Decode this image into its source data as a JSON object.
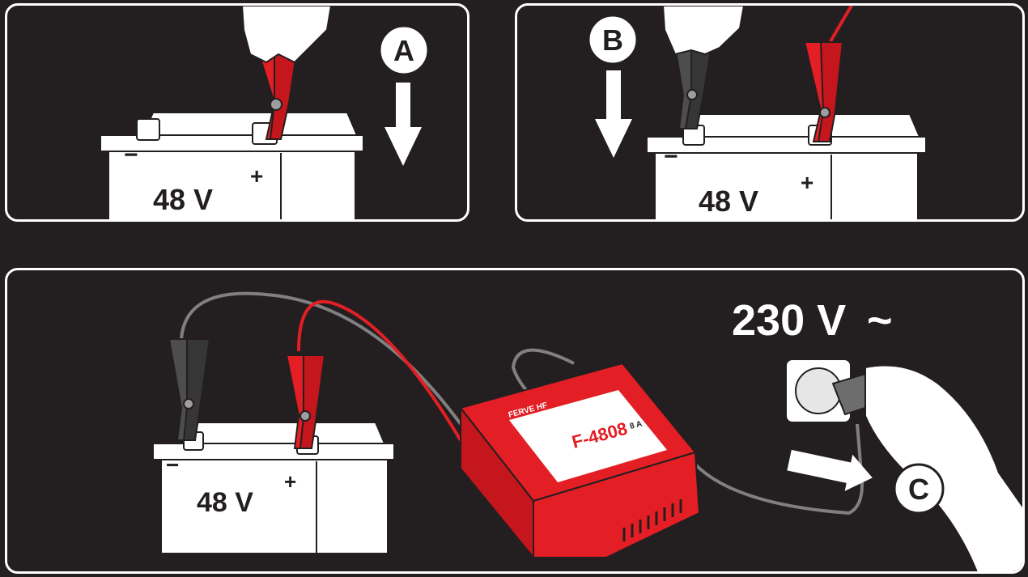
{
  "steps": [
    {
      "letter": "A",
      "battery_label": "48 V",
      "minus": "−",
      "plus": "+"
    },
    {
      "letter": "B",
      "battery_label": "48 V",
      "minus": "−",
      "plus": "+"
    },
    {
      "letter": "C",
      "battery_label": "48 V",
      "minus": "−",
      "plus": "+"
    }
  ],
  "mains_voltage": "230 V",
  "mains_symbol": "~",
  "charger": {
    "brand": "FERVE HF",
    "model": "F-4808",
    "rating": "8 A",
    "color": "#e31e24"
  },
  "colors": {
    "background": "#231f20",
    "red_clamp": "#e31e24",
    "black_clamp": "#4d4d4d",
    "cable_grey": "#808080"
  }
}
